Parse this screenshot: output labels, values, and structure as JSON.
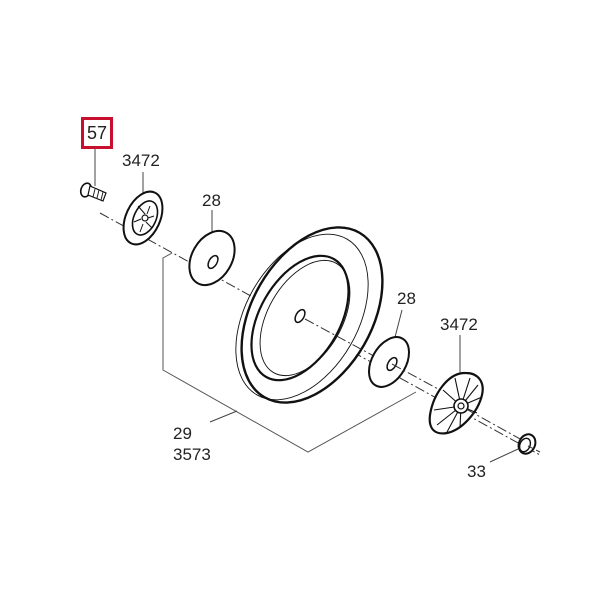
{
  "diagram": {
    "type": "exploded-parts-view",
    "subject": "wheel assembly",
    "highlight_color": "#c8102e",
    "highlighted_part": "57",
    "parts": [
      {
        "id": "57",
        "label": "57",
        "description": "bolt",
        "highlighted": true
      },
      {
        "id": "3472-left",
        "label": "3472",
        "description": "hub cap (left)"
      },
      {
        "id": "28-left",
        "label": "28",
        "description": "washer (left)"
      },
      {
        "id": "29-3573",
        "label_line1": "29",
        "label_line2": "3573",
        "description": "wheel / tire"
      },
      {
        "id": "28-right",
        "label": "28",
        "description": "washer (right)"
      },
      {
        "id": "3472-right",
        "label": "3472",
        "description": "hub cap (right)"
      },
      {
        "id": "33",
        "label": "33",
        "description": "bushing"
      }
    ]
  }
}
